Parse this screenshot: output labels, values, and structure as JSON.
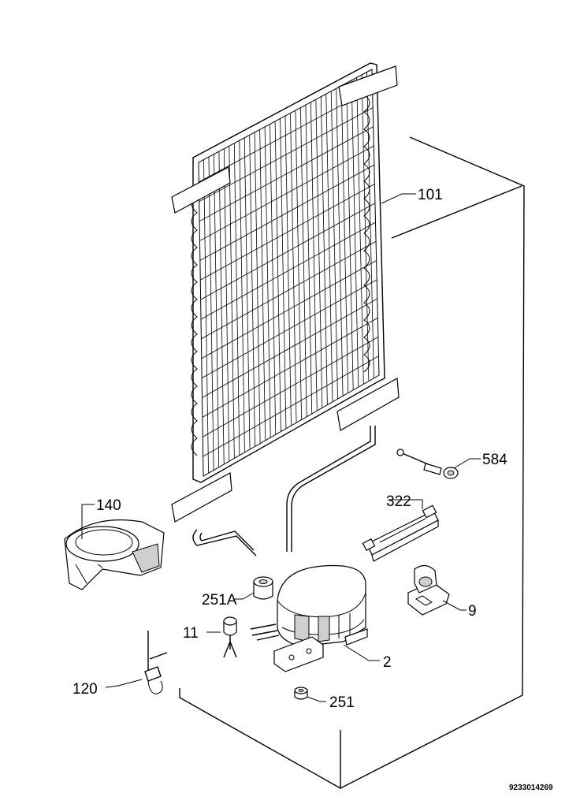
{
  "labels": {
    "p101": "101",
    "p584": "584",
    "p322": "322",
    "p140": "140",
    "p251a": "251A",
    "p11": "11",
    "p9": "9",
    "p2": "2",
    "p120": "120",
    "p251": "251"
  },
  "reference_number": "9233014269"
}
